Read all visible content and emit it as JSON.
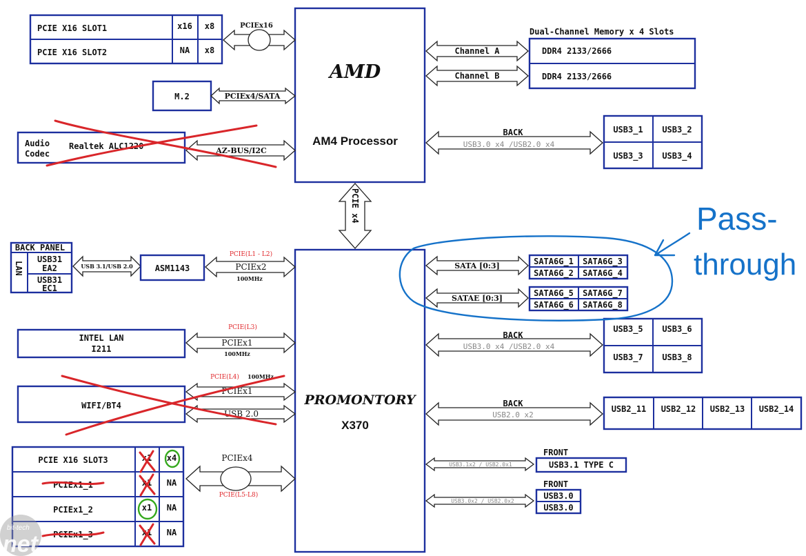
{
  "cpu": {
    "brand": "AMD",
    "name": "AM4  Processor"
  },
  "chipset": {
    "brand": "PROMONTORY",
    "name": "X370"
  },
  "pcie_top": {
    "slot1": "PCIE X16 SLOT1",
    "slot1_a": "x16",
    "slot1_b": "x8",
    "slot2": "PCIE X16 SLOT2",
    "slot2_a": "NA",
    "slot2_b": "x8",
    "bus": "PCIEx16"
  },
  "m2": {
    "label": "M.2",
    "bus": "PCIEx4/SATA"
  },
  "audio": {
    "codec_line1": "Audio",
    "codec_line2": "Codec",
    "chip": "Realtek ALC1220",
    "bus": "AZ-BUS/I2C"
  },
  "memory": {
    "title": "Dual-Channel Memory x 4 Slots",
    "channel_a": "Channel A",
    "channel_b": "Channel B",
    "slot_a": "DDR4 2133/2666",
    "slot_b": "DDR4 2133/2666"
  },
  "cpu_usb": {
    "title": "BACK",
    "bus": "USB3.0 x4 /USB2.0 x4",
    "ports": [
      "USB3_1",
      "USB3_2",
      "USB3_3",
      "USB3_4"
    ]
  },
  "link": {
    "label": "PCIE x4"
  },
  "back_panel": {
    "title": "BACK PANEL",
    "lan": "LAN",
    "port1_a": "USB31",
    "port1_b": "EA2",
    "port2_a": "USB31",
    "port2_b": "EC1",
    "bus": "USB 3.1/USB 2.0"
  },
  "asm": {
    "label": "ASM1143",
    "lanes": "PCIE(L1 - L2)",
    "bus": "PCIEx2",
    "freq": "100MHz"
  },
  "lan": {
    "line1": "INTEL LAN",
    "line2": "I211",
    "lanes": "PCIE(L3)",
    "bus": "PCIEx1",
    "freq": "100MHz"
  },
  "wifi": {
    "label": "WIFI/BT4",
    "lanes": "PCIE(L4)",
    "freq": "100MHz",
    "bus": "PCIEx1",
    "usb": "USB 2.0"
  },
  "slot3": {
    "bus": "PCIEx4",
    "lanes": "PCIE(L5-L8)",
    "rows": [
      {
        "name": "PCIE X16 SLOT3",
        "a": "x1",
        "b": "x4"
      },
      {
        "name": "PCIEx1_1",
        "a": "x1",
        "b": "NA"
      },
      {
        "name": "PCIEx1_2",
        "a": "x1",
        "b": "NA"
      },
      {
        "name": "PCIEx1_3",
        "a": "x1",
        "b": "NA"
      }
    ]
  },
  "sata": {
    "bus1": "SATA [0:3]",
    "bus2": "SATAE [0:3]",
    "ports": [
      "SATA6G_1",
      "SATA6G_3",
      "SATA6G_2",
      "SATA6G_4",
      "SATA6G_5",
      "SATA6G_7",
      "SATA6G_6",
      "SATA6G_8"
    ]
  },
  "chip_usb3": {
    "title": "BACK",
    "bus": "USB3.0 x4 /USB2.0 x4",
    "ports": [
      "USB3_5",
      "USB3_6",
      "USB3_7",
      "USB3_8"
    ]
  },
  "chip_usb2": {
    "title": "BACK",
    "bus": "USB2.0 x2",
    "ports": [
      "USB2_11",
      "USB2_12",
      "USB2_13",
      "USB2_14"
    ]
  },
  "front_c": {
    "title": "FRONT",
    "bus": "USB3.1x2 / USB2.0x1",
    "port": "USB3.1 TYPE C"
  },
  "front_usb": {
    "title": "FRONT",
    "bus": "USB3.0x2 / USB2.0x2",
    "ports": [
      "USB3.0",
      "USB3.0"
    ]
  },
  "annotation": {
    "line1": "Pass-",
    "line2": "through"
  },
  "watermark": {
    "small": "bit-tech",
    "big": "net"
  }
}
